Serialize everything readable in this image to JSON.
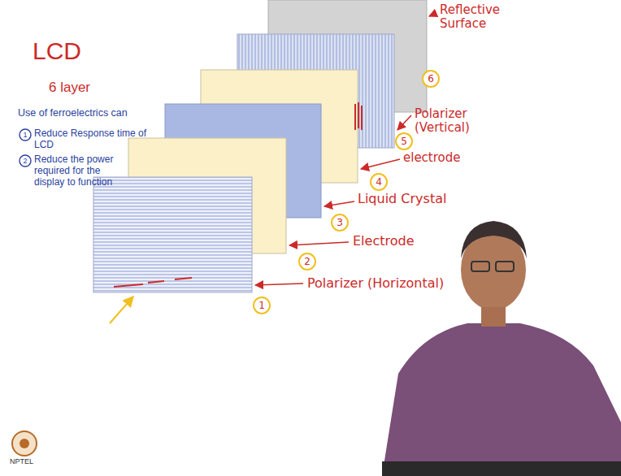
{
  "diagram": {
    "labels": [
      "LCD",
      "6 layer",
      "Use of ferroelectrics can",
      "1",
      "Reduce Response time of LCD",
      "2",
      "Reduce the power required for the display to function",
      "Reflective Surface",
      "6",
      "Polarizer (Vertical)",
      "5",
      "electrode",
      "4",
      "Liquid Crystal",
      "3",
      "Electrode",
      "2",
      "Polarizer (Horizontal)",
      "1",
      "NPTEL"
    ]
  }
}
